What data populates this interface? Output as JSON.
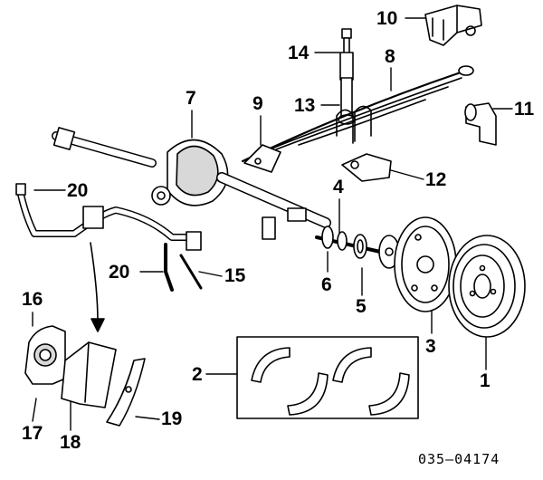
{
  "callouts": {
    "c1": "1",
    "c2": "2",
    "c3": "3",
    "c4": "4",
    "c5": "5",
    "c6": "6",
    "c7": "7",
    "c8": "8",
    "c9": "9",
    "c10": "10",
    "c11": "11",
    "c12": "12",
    "c13": "13",
    "c14": "14",
    "c15": "15",
    "c16": "16",
    "c17": "17",
    "c18": "18",
    "c19": "19",
    "c20a": "20",
    "c20b": "20"
  },
  "reference_code": "035–04174",
  "colors": {
    "ink": "#000000",
    "paper": "#ffffff",
    "shade": "#d8d8d8"
  }
}
